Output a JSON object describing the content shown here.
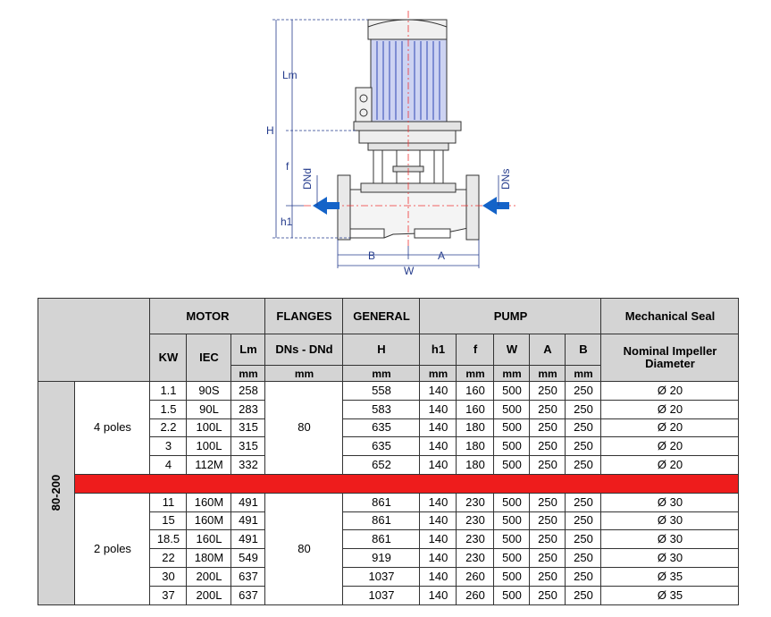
{
  "drawing": {
    "labels": {
      "lm": "Lm",
      "h": "H",
      "f": "f",
      "h1": "h1",
      "dnd": "DNd",
      "dns": "DNs",
      "b": "B",
      "a": "A",
      "w": "W"
    }
  },
  "table": {
    "group_headers": {
      "motor": "MOTOR",
      "flanges": "FLANGES",
      "general": "GENERAL",
      "pump": "PUMP",
      "seal": "Mechanical Seal"
    },
    "columns": {
      "kw": "KW",
      "iec": "IEC",
      "lm": "Lm",
      "dns_dnd": "DNs - DNd",
      "h": "H",
      "h1": "h1",
      "f": "f",
      "w": "W",
      "a": "A",
      "b": "B",
      "impeller": "Nominal Impeller Diameter"
    },
    "unit": "mm",
    "model": "80-200",
    "groups": [
      {
        "label": "4 poles",
        "flange": "80",
        "rows": [
          {
            "kw": "1.1",
            "iec": "90S",
            "lm": "258",
            "h": "558",
            "h1": "140",
            "f": "160",
            "w": "500",
            "a": "250",
            "b": "250",
            "d": "Ø 20"
          },
          {
            "kw": "1.5",
            "iec": "90L",
            "lm": "283",
            "h": "583",
            "h1": "140",
            "f": "160",
            "w": "500",
            "a": "250",
            "b": "250",
            "d": "Ø 20"
          },
          {
            "kw": "2.2",
            "iec": "100L",
            "lm": "315",
            "h": "635",
            "h1": "140",
            "f": "180",
            "w": "500",
            "a": "250",
            "b": "250",
            "d": "Ø 20"
          },
          {
            "kw": "3",
            "iec": "100L",
            "lm": "315",
            "h": "635",
            "h1": "140",
            "f": "180",
            "w": "500",
            "a": "250",
            "b": "250",
            "d": "Ø 20"
          },
          {
            "kw": "4",
            "iec": "112M",
            "lm": "332",
            "h": "652",
            "h1": "140",
            "f": "180",
            "w": "500",
            "a": "250",
            "b": "250",
            "d": "Ø 20"
          }
        ]
      },
      {
        "label": "2 poles",
        "flange": "80",
        "rows": [
          {
            "kw": "11",
            "iec": "160M",
            "lm": "491",
            "h": "861",
            "h1": "140",
            "f": "230",
            "w": "500",
            "a": "250",
            "b": "250",
            "d": "Ø 30"
          },
          {
            "kw": "15",
            "iec": "160M",
            "lm": "491",
            "h": "861",
            "h1": "140",
            "f": "230",
            "w": "500",
            "a": "250",
            "b": "250",
            "d": "Ø 30"
          },
          {
            "kw": "18.5",
            "iec": "160L",
            "lm": "491",
            "h": "861",
            "h1": "140",
            "f": "230",
            "w": "500",
            "a": "250",
            "b": "250",
            "d": "Ø 30"
          },
          {
            "kw": "22",
            "iec": "180M",
            "lm": "549",
            "h": "919",
            "h1": "140",
            "f": "230",
            "w": "500",
            "a": "250",
            "b": "250",
            "d": "Ø 30"
          },
          {
            "kw": "30",
            "iec": "200L",
            "lm": "637",
            "h": "1037",
            "h1": "140",
            "f": "260",
            "w": "500",
            "a": "250",
            "b": "250",
            "d": "Ø 35"
          },
          {
            "kw": "37",
            "iec": "200L",
            "lm": "637",
            "h": "1037",
            "h1": "140",
            "f": "260",
            "w": "500",
            "a": "250",
            "b": "250",
            "d": "Ø 35"
          }
        ]
      }
    ],
    "colors": {
      "header_fill": "#d4d4d4",
      "separator": "#ee1c1c",
      "dimension_line": "#243b8c",
      "flow_arrow": "#1463c8"
    }
  }
}
